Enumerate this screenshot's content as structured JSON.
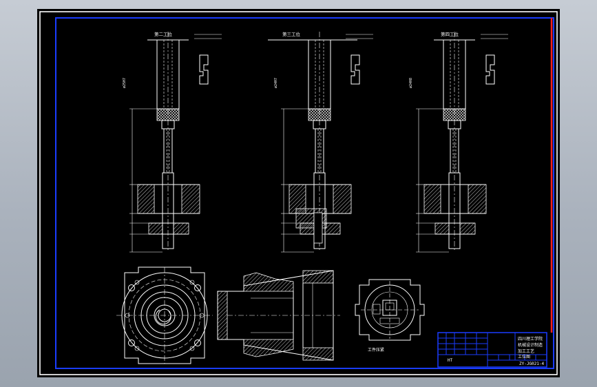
{
  "drawing": {
    "station_labels": [
      "第二工位",
      "第三工位",
      "第四工位"
    ],
    "dim_side_labels": [
      "ø25H7",
      "ø24H7",
      "ø24H8"
    ],
    "sub_view_labels": [
      "工件压紧"
    ],
    "title_block": {
      "school_line1": "四川理工学院",
      "school_line2": "机械设计制造",
      "title_line1": "加工工艺",
      "title_line2": "工位图",
      "drawing_number": "ZY-JG021-4",
      "material": "HT"
    },
    "colors": {
      "frame_outer": "#ffffff",
      "frame_inner": "#1a3cff",
      "frame_right_accent": "#ff2020",
      "title_block": "#1a3cff",
      "linework": "#ffffff"
    }
  }
}
